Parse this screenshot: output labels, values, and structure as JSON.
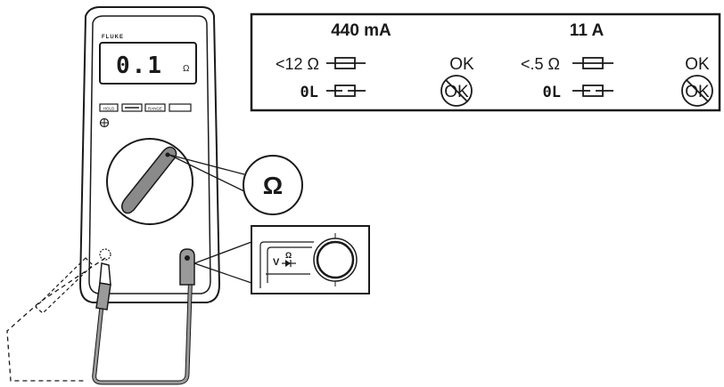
{
  "meter": {
    "brand": "FLUKE",
    "display_value": "0.1",
    "display_unit": "Ω",
    "buttons": [
      "HOLD",
      "",
      "RANGE",
      ""
    ],
    "dial_callout_symbol": "Ω",
    "jack_callout_v": "V",
    "jack_callout_ohm": "Ω"
  },
  "fuse_test": {
    "fuse_440ma": {
      "heading": "440 mA",
      "good_reading": "<12 Ω",
      "good_result": "OK",
      "bad_reading": "0L",
      "bad_result": "OK"
    },
    "fuse_11a": {
      "heading": "11 A",
      "good_reading": "<.5 Ω",
      "good_result": "OK",
      "bad_reading": "0L",
      "bad_result": "OK"
    }
  }
}
